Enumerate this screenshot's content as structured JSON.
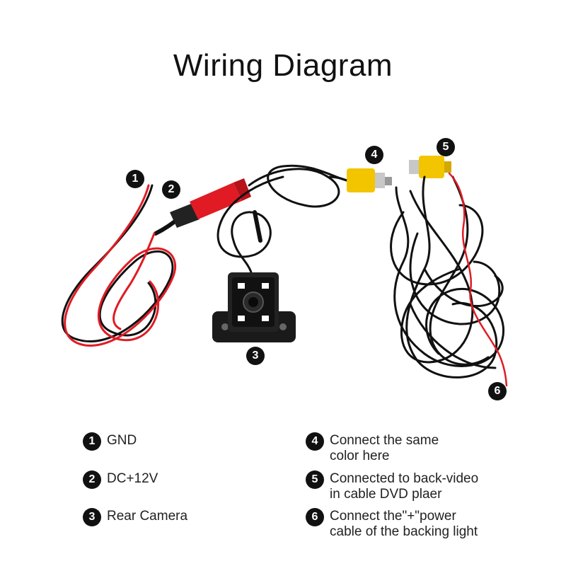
{
  "title": "Wiring Diagram",
  "markers": [
    "1",
    "2",
    "3",
    "4",
    "5",
    "6"
  ],
  "legend": [
    {
      "number": "1",
      "text": "GND"
    },
    {
      "number": "2",
      "text": "DC+12V"
    },
    {
      "number": "3",
      "text": "Rear Camera"
    },
    {
      "number": "4",
      "text": "Connect the same\ncolor here"
    },
    {
      "number": "5",
      "text": "Connected to back-video\nin cable  DVD plaer"
    },
    {
      "number": "6",
      "text": "Connect the\"+\"power\ncable of the backing light"
    }
  ],
  "colors": {
    "cable_black": "#111111",
    "cable_red": "#e01b24",
    "connector_yellow": "#f2c500",
    "metal": "#c8c8c8"
  }
}
